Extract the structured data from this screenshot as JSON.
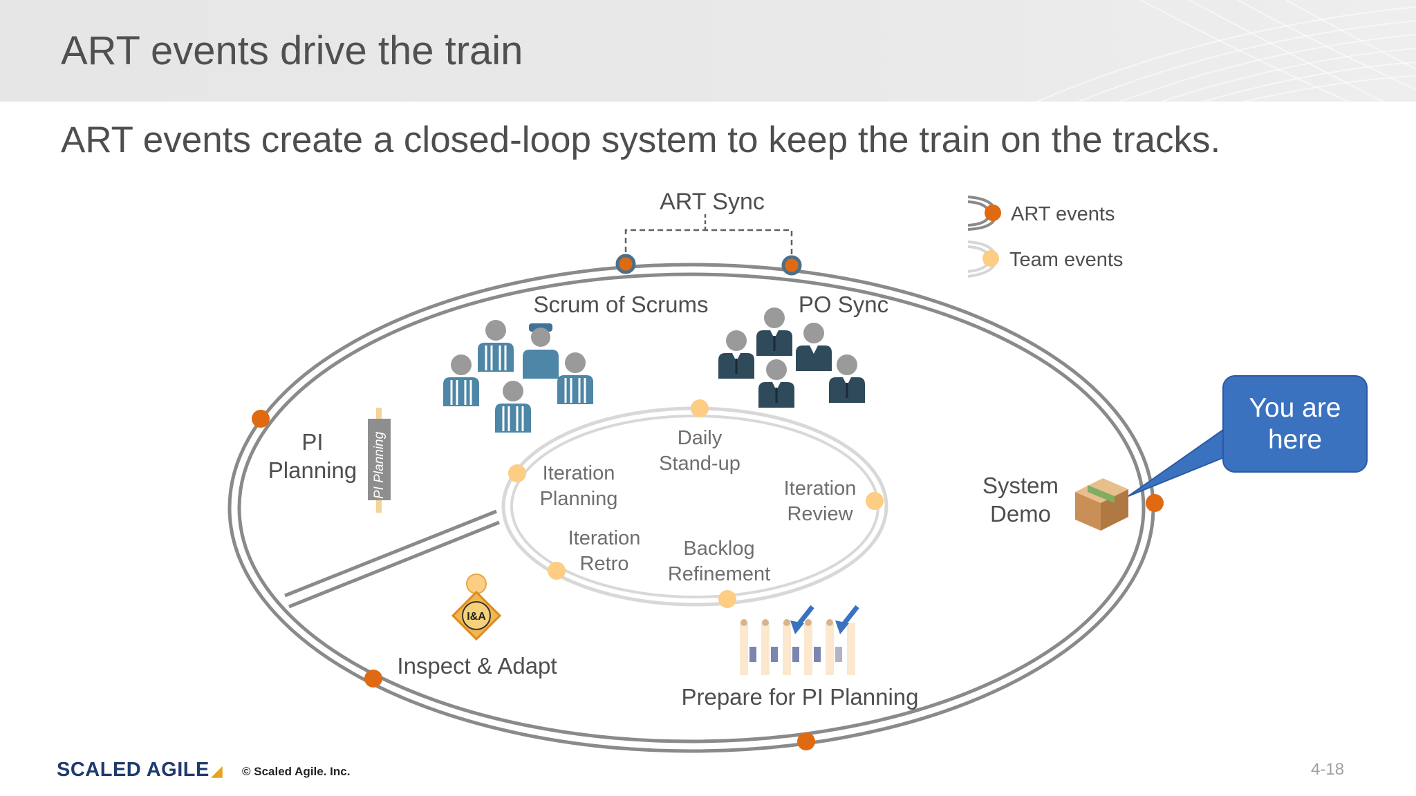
{
  "header": {
    "title": "ART events drive the train"
  },
  "subtitle": "ART events create a closed-loop system to keep the train on the tracks.",
  "diagram": {
    "art_sync": "ART Sync",
    "scrum_of_scrums": "Scrum of Scrums",
    "po_sync": "PO Sync",
    "pi_planning": [
      "PI",
      "Planning"
    ],
    "pi_planning_board": "PI Planning",
    "system_demo": [
      "System",
      "Demo"
    ],
    "inspect_adapt": "Inspect & Adapt",
    "ia_badge": "I&A",
    "prepare_pi_planning": "Prepare for PI Planning",
    "daily_standup": [
      "Daily",
      "Stand-up"
    ],
    "iteration_planning": [
      "Iteration",
      "Planning"
    ],
    "iteration_review": [
      "Iteration",
      "Review"
    ],
    "iteration_retro": [
      "Iteration",
      "Retro"
    ],
    "backlog_refinement": [
      "Backlog",
      "Refinement"
    ]
  },
  "legend": {
    "art_events": "ART events",
    "team_events": "Team events"
  },
  "callout": {
    "line1": "You are",
    "line2": "here"
  },
  "footer": {
    "logo": "SCALED AGILE",
    "copyright": "© Scaled Agile. Inc.",
    "page": "4-18"
  },
  "colors": {
    "art_event_dot": "#e06a12",
    "team_event_dot": "#fccd82",
    "track": "#8a8a8a",
    "callout": "#3a72c0",
    "people_dark": "#2f4a5a",
    "people_blue": "#4d86a6"
  }
}
